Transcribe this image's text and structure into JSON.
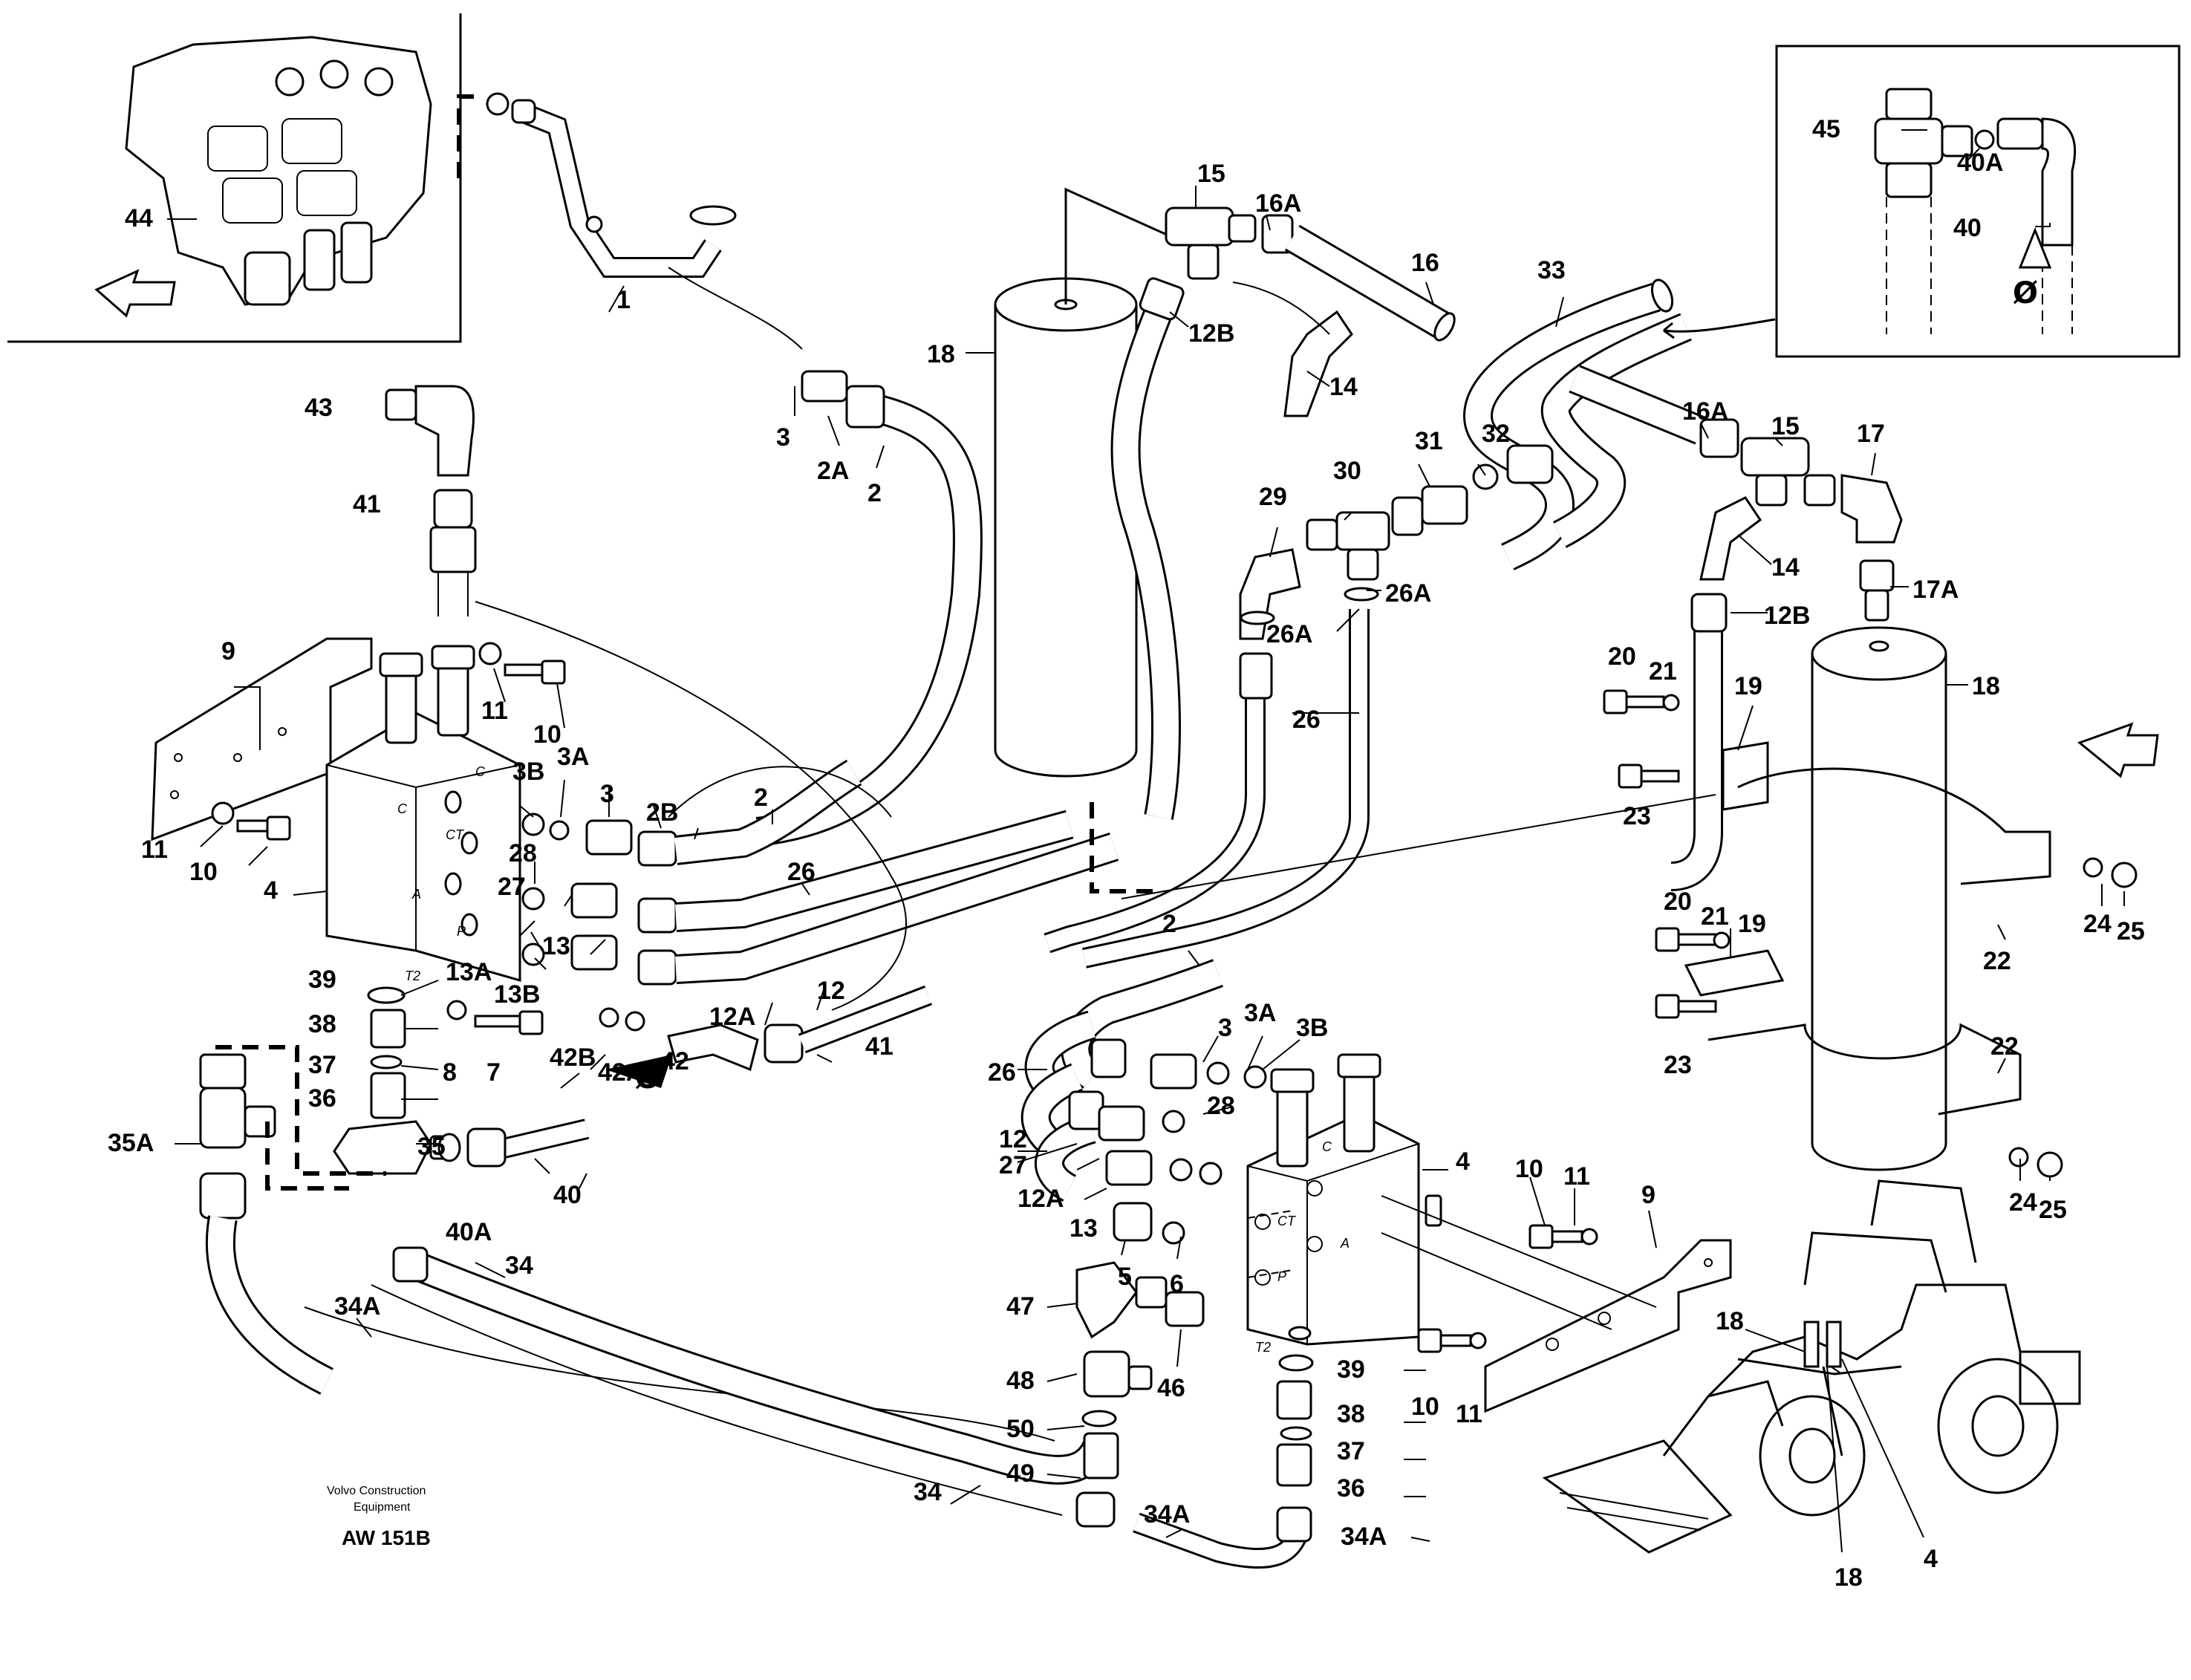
{
  "labels": {
    "l1": "1",
    "l2a": "2",
    "l2b": "2",
    "l2c": "2",
    "l2A": "2A",
    "l2B": "2B",
    "l3a": "3",
    "l3b": "3",
    "l3c": "3",
    "l3Aa": "3A",
    "l3Ab": "3A",
    "l3Ba": "3B",
    "l3Bb": "3B",
    "l4a": "4",
    "l4b": "4",
    "l4c": "4",
    "l5": "5",
    "l6": "6",
    "l7": "7",
    "l8": "8",
    "l9a": "9",
    "l9b": "9",
    "l10a": "10",
    "l10b": "10",
    "l10c": "10",
    "l10d": "10",
    "l11a": "11",
    "l11b": "11",
    "l11c": "11",
    "l11d": "11",
    "l12a": "12",
    "l12b": "12",
    "l12Aa": "12A",
    "l12Ab": "12A",
    "l12Ba": "12B",
    "l12Bb": "12B",
    "l13a": "13",
    "l13b": "13",
    "l13A": "13A",
    "l13B": "13B",
    "l14a": "14",
    "l14b": "14",
    "l15a": "15",
    "l15b": "15",
    "l16": "16",
    "l16Aa": "16A",
    "l16Ab": "16A",
    "l17": "17",
    "l17A": "17A",
    "l18a": "18",
    "l18b": "18",
    "l18c": "18",
    "l18d": "18",
    "l19a": "19",
    "l19b": "19",
    "l20a": "20",
    "l20b": "20",
    "l21a": "21",
    "l21b": "21",
    "l22a": "22",
    "l22b": "22",
    "l23a": "23",
    "l23b": "23",
    "l24a": "24",
    "l24b": "24",
    "l25a": "25",
    "l25b": "25",
    "l26a": "26",
    "l26b": "26",
    "l26Aa": "26A",
    "l26Ab": "26A",
    "l27a": "27",
    "l27b": "27",
    "l28a": "28",
    "l28b": "28",
    "l29": "29",
    "l30": "30",
    "l31": "31",
    "l32": "32",
    "l33": "33",
    "l34a": "34",
    "l34b": "34",
    "l34Aa": "34A",
    "l34Ab": "34A",
    "l34Ac": "34A",
    "l35": "35",
    "l35A": "35A",
    "l36a": "36",
    "l36b": "36",
    "l37a": "37",
    "l37b": "37",
    "l38a": "38",
    "l38b": "38",
    "l39a": "39",
    "l39b": "39",
    "l40a": "40",
    "l40b": "40",
    "l40Aa": "40A",
    "l40Ab": "40A",
    "l41a": "41",
    "l41b": "41",
    "l42": "42",
    "l42A": "42A",
    "l42B": "42B",
    "l43": "43",
    "l44": "44",
    "l45": "45",
    "l46": "46",
    "l47": "47",
    "l48": "48",
    "l49": "49",
    "l50": "50"
  },
  "ports": {
    "c1": "C",
    "c2": "C",
    "c3": "C",
    "ct1": "CT",
    "ct2": "CT",
    "a1": "A",
    "a2": "A",
    "p1": "P",
    "p2": "P",
    "t1": "T2",
    "t2": "T2"
  },
  "symbols": {
    "phi1": "Ø",
    "phi2": "Ø"
  },
  "footer": {
    "company_line1": "Volvo Construction",
    "company_line2": "Equipment",
    "code": "AW 151B"
  }
}
